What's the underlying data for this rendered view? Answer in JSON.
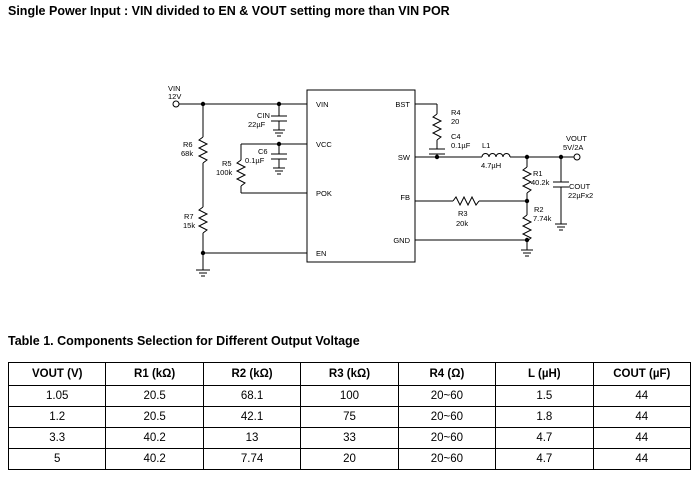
{
  "title": "Single Power Input : VIN divided to EN & VOUT setting more than VIN POR",
  "schematic": {
    "vin_label": "VIN",
    "vin_value": "12V",
    "ic_pins_left": [
      "VIN",
      "VCC",
      "POK",
      "EN"
    ],
    "ic_pins_right": [
      "BST",
      "SW",
      "FB",
      "GND"
    ],
    "cin_name": "CIN",
    "cin_value": "22µF",
    "c6_name": "C6",
    "c6_value": "0.1µF",
    "r6_name": "R6",
    "r6_value": "68k",
    "r5_name": "R5",
    "r5_value": "100k",
    "r7_name": "R7",
    "r7_value": "15k",
    "r4_name": "R4",
    "r4_value": "20",
    "c4_name": "C4",
    "c4_value": "0.1µF",
    "l1_name": "L1",
    "l1_value": "4.7µH",
    "vout_label": "VOUT",
    "vout_value": "5V/2A",
    "r1_name": "R1",
    "r1_value": "40.2k",
    "cout_name": "COUT",
    "cout_value": "22µFx2",
    "r2_name": "R2",
    "r2_value": "7.74k",
    "r3_name": "R3",
    "r3_value": "20k"
  },
  "table": {
    "caption": "Table 1. Components Selection for Different Output Voltage",
    "headers": [
      "VOUT (V)",
      "R1 (kΩ)",
      "R2 (kΩ)",
      "R3 (kΩ)",
      "R4 (Ω)",
      "L (µH)",
      "COUT (µF)"
    ],
    "rows": [
      [
        "1.05",
        "20.5",
        "68.1",
        "100",
        "20~60",
        "1.5",
        "44"
      ],
      [
        "1.2",
        "20.5",
        "42.1",
        "75",
        "20~60",
        "1.8",
        "44"
      ],
      [
        "3.3",
        "40.2",
        "13",
        "33",
        "20~60",
        "4.7",
        "44"
      ],
      [
        "5",
        "40.2",
        "7.74",
        "20",
        "20~60",
        "4.7",
        "44"
      ]
    ]
  }
}
